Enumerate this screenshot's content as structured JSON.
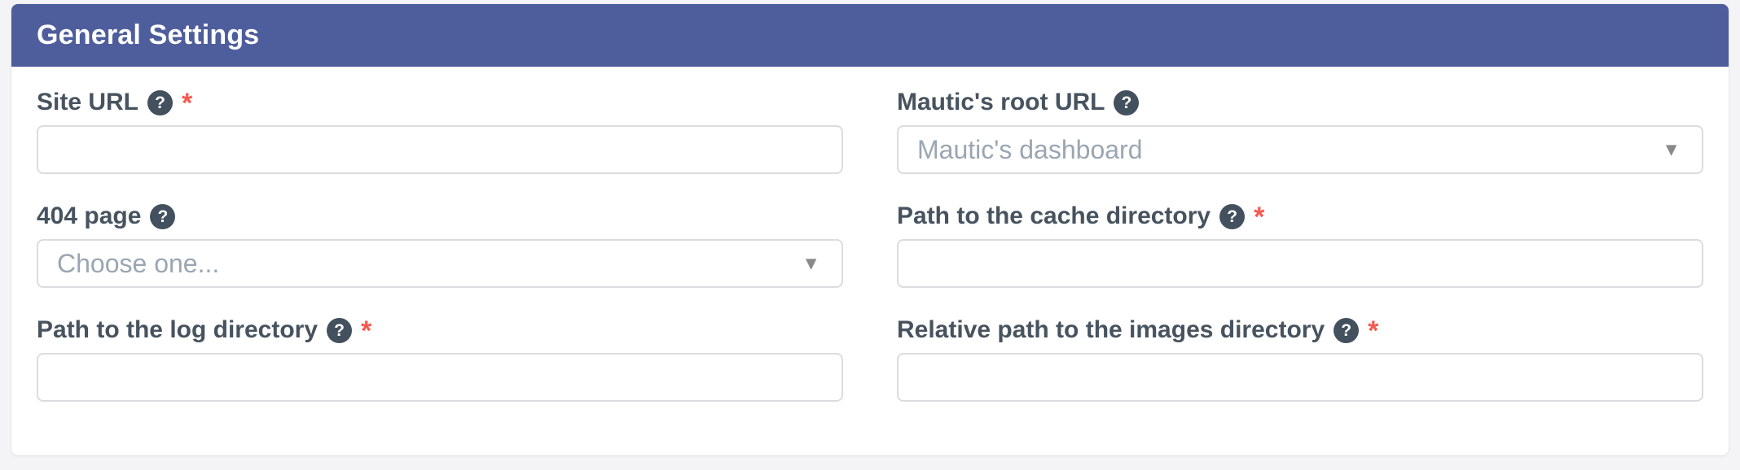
{
  "page": {
    "background": "#f4f4f6"
  },
  "panel": {
    "title": "General Settings"
  },
  "icons": {
    "help": "?",
    "dropdown_arrow": "▼"
  },
  "labels": {
    "required_marker": "*"
  },
  "fields": [
    {
      "label": "Site URL",
      "type": "text-input",
      "required": true,
      "value": "",
      "has_help": true
    },
    {
      "label": "Mautic's root URL",
      "type": "select",
      "required": false,
      "value": "Mautic's dashboard",
      "has_help": true
    },
    {
      "label": "404 page",
      "type": "select",
      "required": false,
      "value": "Choose one...",
      "has_help": true
    },
    {
      "label": "Path to the cache directory",
      "type": "text-input",
      "required": true,
      "value": "",
      "has_help": true
    },
    {
      "label": "Path to the log directory",
      "type": "text-input",
      "required": true,
      "value": "",
      "has_help": true
    },
    {
      "label": "Relative path to the images directory",
      "type": "text-input",
      "required": true,
      "value": "",
      "has_help": true
    }
  ],
  "colors": {
    "header_bg": "#4e5d9c",
    "header_text": "#ffffff",
    "label_text": "#47535f",
    "help_icon_bg": "#43505d",
    "required_marker": "#f7594f",
    "placeholder_text": "#9aa6b2",
    "input_border": "#dcdce0",
    "dropdown_arrow": "#87898c",
    "panel_bg": "#ffffff",
    "page_bg": "#f4f4f6"
  }
}
